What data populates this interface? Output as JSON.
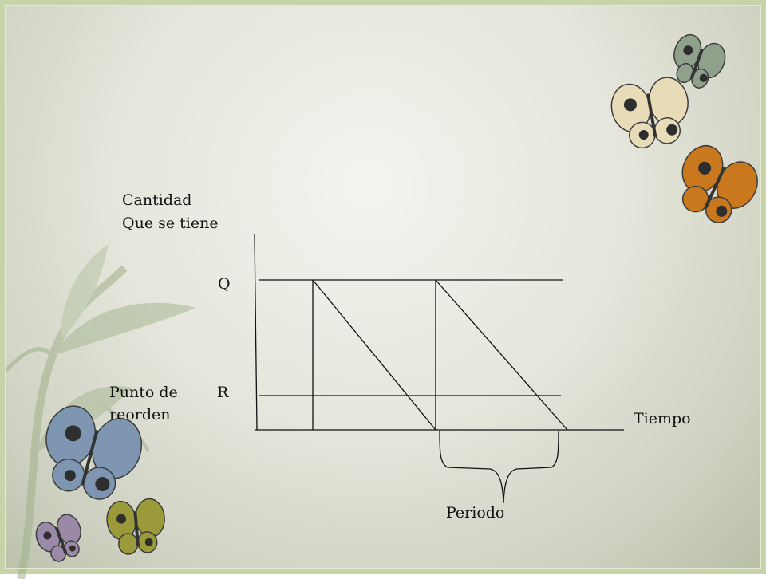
{
  "diagram": {
    "y_axis_label_line1": "Cantidad",
    "y_axis_label_line2": "Que se tiene",
    "q_label": "Q",
    "r_label": "R",
    "reorder_label_line1": "Punto de",
    "reorder_label_line2": "reorden",
    "x_axis_label": "Tiempo",
    "period_label": "Periodo"
  },
  "decorations": {
    "butterfly_colors": [
      "#8fa18a",
      "#e8dcb8",
      "#c9781e",
      "#7f96b3",
      "#9a9a3a",
      "#9a8aa8"
    ],
    "vine_color": "#9fb08a"
  }
}
